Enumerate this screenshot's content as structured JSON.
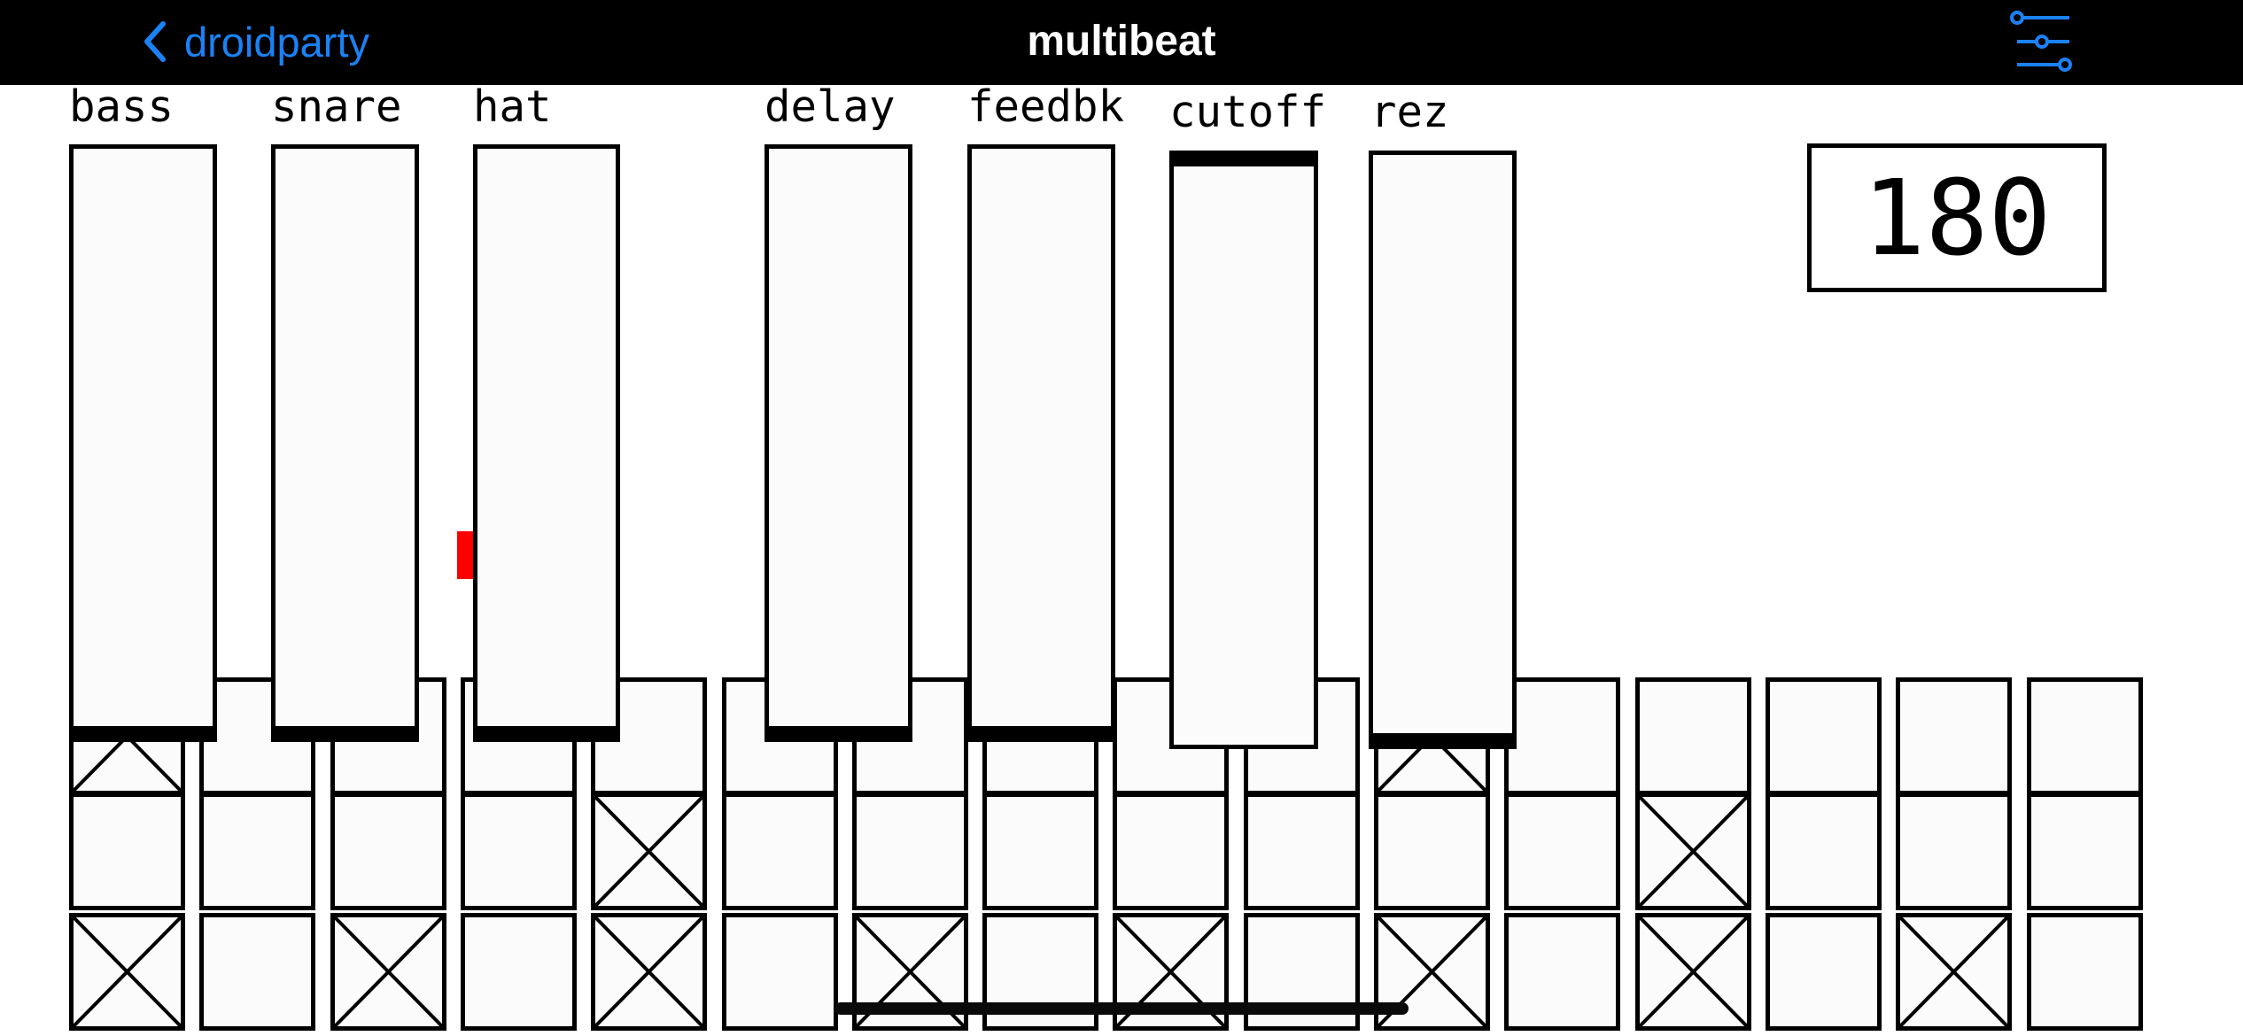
{
  "navbar": {
    "back_label": "droidparty",
    "title": "multibeat",
    "back_icon": "chevron-left-icon",
    "settings_icon": "sliders-icon",
    "accent_color": "#1a82f5"
  },
  "sliders": [
    {
      "label": "bass",
      "knob": "bottom"
    },
    {
      "label": "snare",
      "knob": "bottom"
    },
    {
      "label": "hat",
      "knob": "bottom"
    },
    {
      "label": "delay",
      "knob": "bottom"
    },
    {
      "label": "feedbk",
      "knob": "bottom"
    },
    {
      "label": "cutoff",
      "knob": "top"
    },
    {
      "label": "rez",
      "knob": "bottom"
    }
  ],
  "tempo": {
    "value": "180"
  },
  "marker": {
    "color": "#ff0000"
  },
  "grid": {
    "columns": 16,
    "rows": [
      [
        1,
        0,
        0,
        0,
        0,
        0,
        0,
        0,
        0,
        0,
        1,
        0,
        0,
        0,
        0,
        0
      ],
      [
        0,
        0,
        0,
        0,
        1,
        0,
        0,
        0,
        0,
        0,
        0,
        0,
        1,
        0,
        0,
        0
      ],
      [
        1,
        0,
        1,
        0,
        1,
        0,
        1,
        0,
        1,
        0,
        1,
        0,
        1,
        0,
        1,
        0
      ]
    ]
  }
}
